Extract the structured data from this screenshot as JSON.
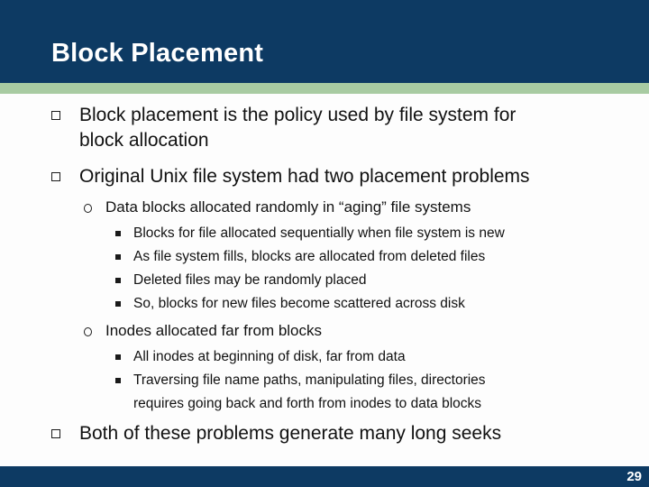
{
  "slide": {
    "title": "Block Placement",
    "page_number": "29"
  },
  "colors": {
    "header_navy": "#0d3a63",
    "accent_green": "#a8cba2",
    "body_text": "#111111",
    "title_text": "#ffffff"
  },
  "bullets": [
    {
      "level": 1,
      "text": "Block placement is the policy used by file system for\nblock allocation"
    },
    {
      "level": 1,
      "text": "Original Unix file system had two placement problems"
    },
    {
      "level": 2,
      "text": "Data blocks allocated randomly in “aging” file systems"
    },
    {
      "level": 3,
      "text": "Blocks for file allocated sequentially when file system is new"
    },
    {
      "level": 3,
      "text": "As file system fills, blocks are allocated from deleted files"
    },
    {
      "level": 3,
      "text": "Deleted files may be randomly placed"
    },
    {
      "level": 3,
      "text": "So, blocks for new files become scattered across disk"
    },
    {
      "level": 2,
      "text": "Inodes allocated far from blocks"
    },
    {
      "level": 3,
      "text": "All inodes at beginning of disk, far from data"
    },
    {
      "level": 3,
      "text": "Traversing file name paths, manipulating files, directories\nrequires going back and forth from inodes to data blocks"
    },
    {
      "level": 1,
      "text": "Both of these problems generate many long seeks"
    }
  ]
}
